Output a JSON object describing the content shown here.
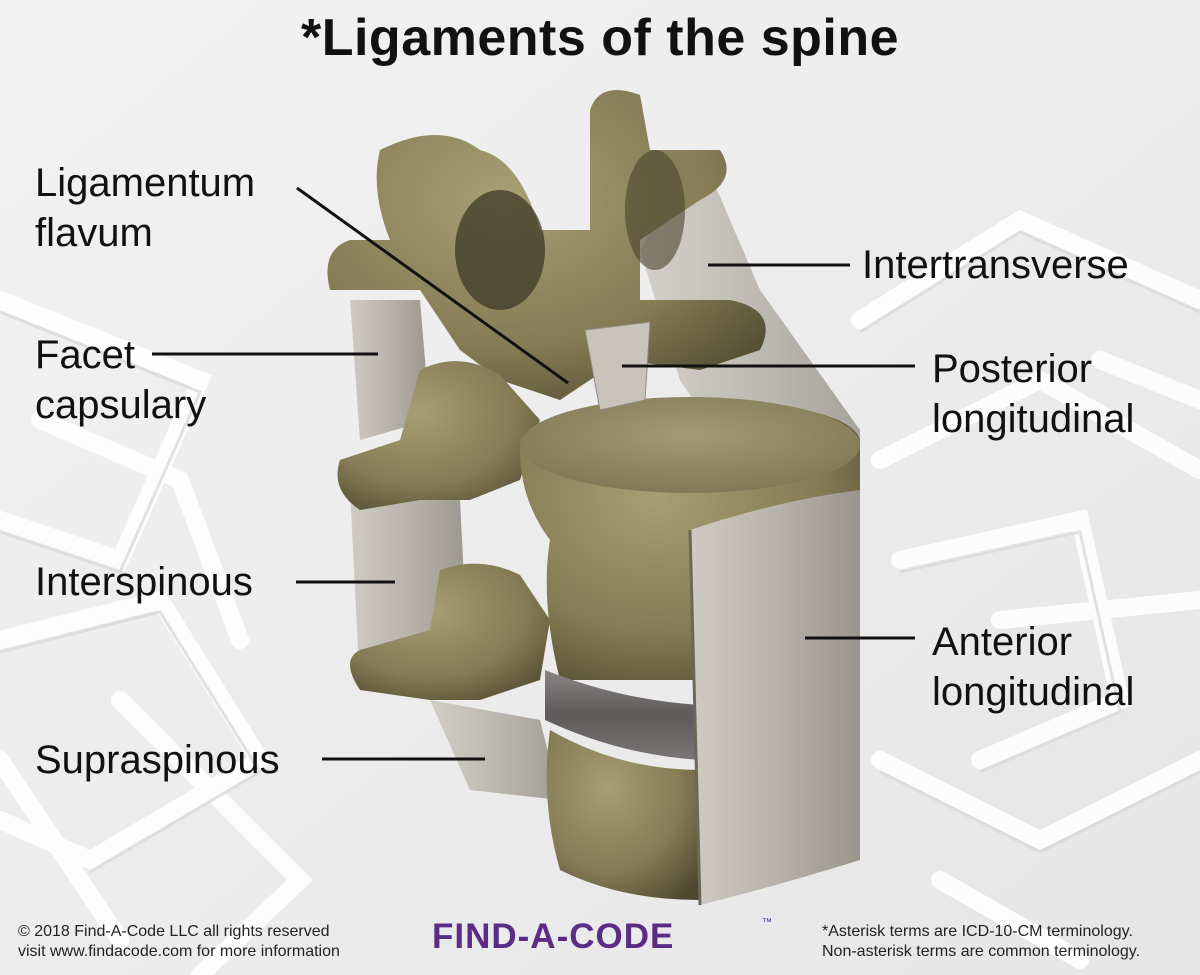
{
  "title": "*Ligaments of the spine",
  "labels": {
    "ligamentum_flavum": [
      "Ligamentum",
      "flavum"
    ],
    "facet_capsulary": [
      "Facet",
      "capsulary"
    ],
    "interspinous": "Interspinous",
    "supraspinous": "Supraspinous",
    "intertransverse": "Intertransverse",
    "posterior_longitudinal": [
      "Posterior",
      "longitudinal"
    ],
    "anterior_longitudinal": [
      "Anterior",
      "longitudinal"
    ]
  },
  "footer": {
    "copyright": "© 2018 Find-A-Code LLC all rights reserved",
    "visit": "visit www.findacode.com for more information",
    "note1": "*Asterisk terms are ICD-10-CM terminology.",
    "note2": "Non-asterisk terms are common terminology."
  },
  "logo": {
    "text": "FIND-A-CODE",
    "trademark": "™",
    "color": "#5b2c86"
  },
  "colors": {
    "bone": "#8a8058",
    "bone_dark": "#5e5638",
    "ligament": "#b5b1a8",
    "disc": "#6e6a6a",
    "background": "#efefef"
  }
}
